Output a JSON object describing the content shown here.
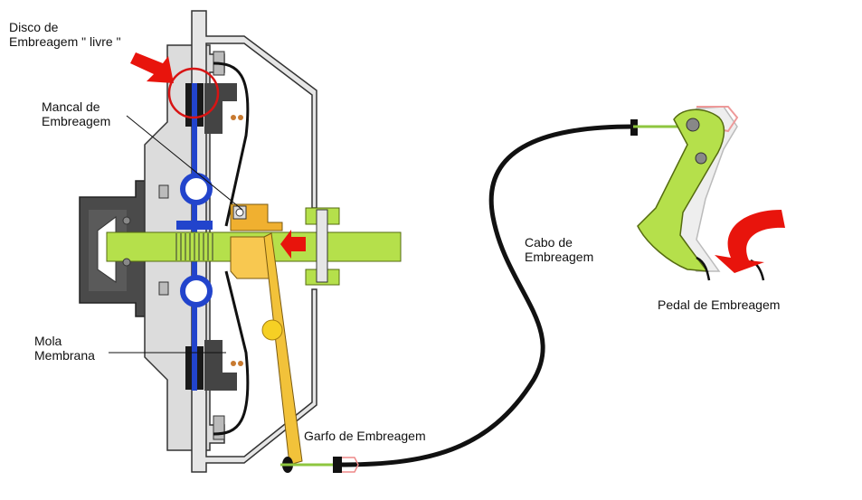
{
  "labels": {
    "disco": [
      "Disco de",
      "Embreagem \" livre \""
    ],
    "mancal": [
      "Mancal de",
      "Embreagem"
    ],
    "mola": [
      "Mola",
      "Membrana"
    ],
    "garfo": "Garfo de Embreagem",
    "cabo": [
      "Cabo de",
      "Embreagem"
    ],
    "pedal": "Pedal de Embreagem"
  },
  "colors": {
    "housing": "#dcdcdc",
    "shaft": "#b5e04b",
    "disc_blue": "#2244cc",
    "fork": "#f2c23a",
    "bearing": "#f0b030",
    "arrow": "#e8140c",
    "cable": "#111111",
    "friction": "#1a1a1a"
  },
  "icons": [
    "red-arrow-icon",
    "red-circle-icon",
    "curved-arrow-icon"
  ]
}
